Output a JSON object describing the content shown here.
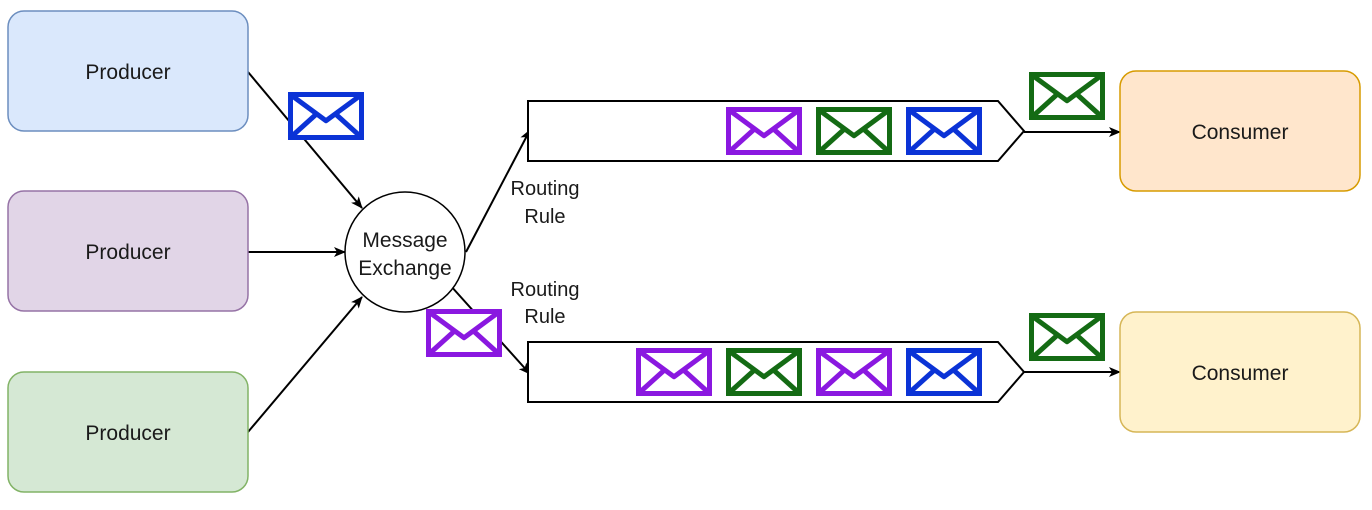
{
  "producers": [
    {
      "label": "Producer",
      "fill": "#dae8fc",
      "stroke": "#6c8ebf"
    },
    {
      "label": "Producer",
      "fill": "#e1d5e7",
      "stroke": "#9673a6"
    },
    {
      "label": "Producer",
      "fill": "#d5e8d4",
      "stroke": "#82b366"
    }
  ],
  "exchange": {
    "line1": "Message",
    "line2": "Exchange"
  },
  "routing_rules": [
    {
      "line1": "Routing",
      "line2": "Rule"
    },
    {
      "line1": "Routing",
      "line2": "Rule"
    }
  ],
  "consumers": [
    {
      "label": "Consumer",
      "fill": "#ffe6cc",
      "stroke": "#d79b00"
    },
    {
      "label": "Consumer",
      "fill": "#fff2cc",
      "stroke": "#d6b656"
    }
  ],
  "message_colors": {
    "blue": "#0b33d6",
    "purple": "#8a18e0",
    "green": "#146b14"
  },
  "queues": [
    {
      "messages": [
        "purple",
        "green",
        "blue"
      ],
      "delivered": "green"
    },
    {
      "messages": [
        "purple",
        "green",
        "purple",
        "blue"
      ],
      "delivered": "green"
    }
  ],
  "in_flight": {
    "producer_to_exchange": "blue",
    "exchange_to_queue": "purple"
  },
  "icons": {
    "message": "envelope-icon"
  }
}
